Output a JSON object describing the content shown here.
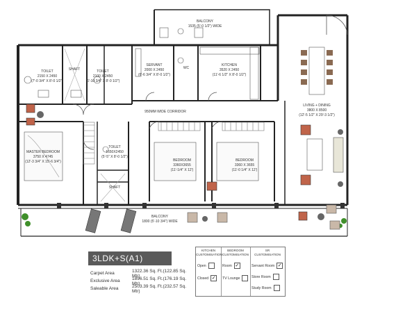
{
  "rooms": {
    "balcony_top": {
      "name": "BALCONY",
      "dims": "1535 (5'-0 1/2\") WIDE"
    },
    "toilet_1": {
      "name": "TOILET",
      "dims1": "2150 X 2450",
      "dims2": "(7'-0 3/4\" X 8'-0 1/2\")"
    },
    "shaft_1": {
      "name": "SHAFT"
    },
    "toilet_2": {
      "name": "TOILET",
      "dims1": "2100 X 2450",
      "dims2": "(6'-10 3/4\" X 8'-0 1/2\")"
    },
    "servant": {
      "name": "SERVANT",
      "dims1": "2000 X 2450",
      "dims2": "(6'-6 3/4\" X 8'-0 1/2\")"
    },
    "wc": {
      "name": "WC"
    },
    "kitchen": {
      "name": "KITCHEN",
      "dims1": "3520 X 2450",
      "dims2": "(11'-6 1/2\" X 8'-0 1/2\")"
    },
    "living": {
      "name": "LIVING + DINING",
      "dims1": "3800 X 8500",
      "dims2": "(12'-5 1/2\" X 29'-3 1/2\")"
    },
    "corridor": {
      "name": "950MM WIDE CORRIDOR"
    },
    "master": {
      "name": "MASTER BEDROOM",
      "dims1": "3750 X 4745",
      "dims2": "(12'-3 3/4\" X 15'-6 3/4\")"
    },
    "toilet_3": {
      "name": "TOILET",
      "dims1": "1650X2450",
      "dims2": "(5'-5\" X 8'-0 1/2\")"
    },
    "bed_2": {
      "name": "BEDROOM",
      "dims1": "3360X3655",
      "dims2": "(11'-1/4\" X 12')"
    },
    "bed_3": {
      "name": "BEDROOM",
      "dims1": "3360 X 3655",
      "dims2": "(11'-0 1/4\" X 12')"
    },
    "shaft_2": {
      "name": "SHAFT"
    },
    "balcony_bottom": {
      "name": "BALCONY",
      "dims": "1800 (5'-10 3/4\") WIDE"
    }
  },
  "unit_type": "3LDK+S(A1)",
  "areas": [
    {
      "label": "Carpet Area",
      "value": "1322.36 Sq. Ft.(122.85 Sq. Mtr)"
    },
    {
      "label": "Exclusive Area",
      "value": "1896.51 Sq. Ft.(176.19 Sq. Mtr)"
    },
    {
      "label": "Saleable Area",
      "value": "2503.39 Sq. Ft.(232.57 Sq. Mtr)"
    }
  ],
  "customisation": {
    "kitchen": {
      "header1": "KITCHEN",
      "header2": "CUSTOMISATION",
      "options": [
        {
          "label": "Open",
          "checked": false
        },
        {
          "label": "Closed",
          "checked": true
        }
      ]
    },
    "bedroom": {
      "header1": "BEDROOM",
      "header2": "CUSTOMISATION",
      "options": [
        {
          "label": "Room",
          "checked": true
        },
        {
          "label": "TV Lounge",
          "checked": false
        }
      ]
    },
    "sr": {
      "header1": "SR",
      "header2": "CUSTOMISATION",
      "options": [
        {
          "label": "Servant Room",
          "checked": true
        },
        {
          "label": "Store Room",
          "checked": false
        },
        {
          "label": "Study Room",
          "checked": false
        }
      ]
    }
  },
  "check_glyph": "✓",
  "colors": {
    "wall": "#222222",
    "furniture_red": "#c0644a",
    "plant_green": "#3f8f2a",
    "title_bg": "#5a5a5a"
  }
}
